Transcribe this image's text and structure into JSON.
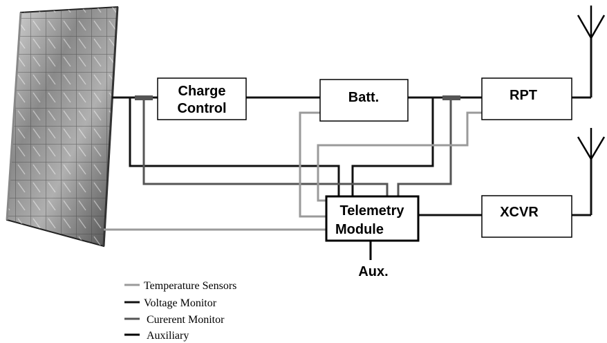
{
  "blocks": {
    "charge_control": {
      "line1": "Charge",
      "line2": "Control"
    },
    "battery": {
      "label": "Batt."
    },
    "repeater": {
      "label": "RPT"
    },
    "transceiver": {
      "label": "XCVR"
    },
    "telemetry": {
      "line1": "Telemetry",
      "line2": "Module"
    },
    "aux": {
      "label": "Aux."
    }
  },
  "legend": {
    "temperature": "Temperature Sensors",
    "voltage": "Voltage Monitor",
    "current": "Curerent Monitor",
    "auxiliary": "Auxiliary"
  },
  "colors": {
    "temperature": "#9a9a9a",
    "voltage": "#111111",
    "current": "#555555",
    "auxiliary": "#000000",
    "panel_dark": "#5a5a5a",
    "panel_light": "#c8c8c8"
  }
}
